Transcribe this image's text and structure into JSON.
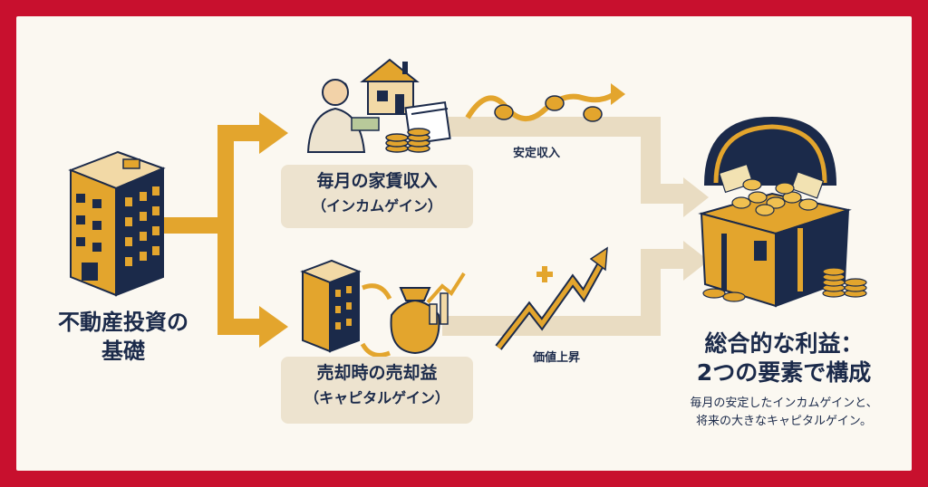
{
  "left": {
    "title_line1": "不動産投資の",
    "title_line2": "基礎"
  },
  "income": {
    "label_line1": "毎月の家賃収入",
    "label_line2": "（インカムゲイン）",
    "flow_label": "安定収入"
  },
  "capital": {
    "label_line1": "売却時の売却益",
    "label_line2": "（キャピタルゲイン）",
    "flow_label": "価値上昇"
  },
  "result": {
    "title_line1": "総合的な利益：",
    "title_line2": "2つの要素で構成",
    "desc_line1": "毎月の安定したインカムゲインと、",
    "desc_line2": "将来の大きなキャピタルゲイン。"
  },
  "colors": {
    "frame": "#c8102e",
    "navy": "#1b2a4a",
    "gold": "#e3a52d",
    "beige": "#ede3cf",
    "flow": "#e9dcc2"
  }
}
